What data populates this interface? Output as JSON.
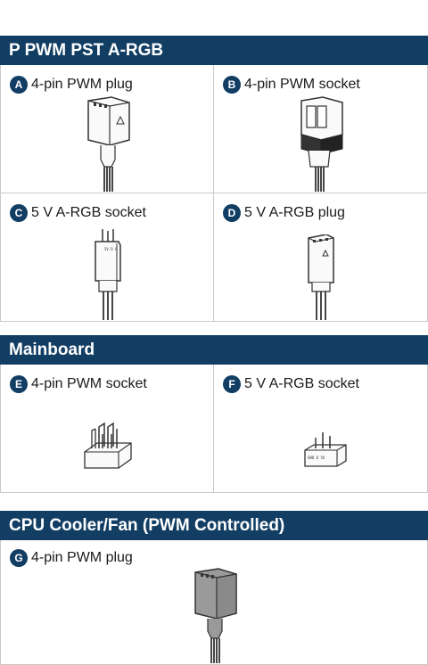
{
  "sections": [
    {
      "title": "P PWM PST A-RGB",
      "items": [
        {
          "badge": "A",
          "label": "4-pin PWM plug",
          "icon": "pwm-plug-icon"
        },
        {
          "badge": "B",
          "label": "4-pin PWM socket",
          "icon": "pwm-socket-icon"
        },
        {
          "badge": "C",
          "label": "5 V A-RGB socket",
          "icon": "argb-socket-icon"
        },
        {
          "badge": "D",
          "label": "5 V A-RGB plug",
          "icon": "argb-plug-icon"
        }
      ]
    },
    {
      "title": "Mainboard",
      "items": [
        {
          "badge": "E",
          "label": "4-pin PWM socket",
          "icon": "pwm-header-icon"
        },
        {
          "badge": "F",
          "label": "5 V A-RGB socket",
          "icon": "argb-header-icon"
        }
      ]
    },
    {
      "title": "CPU Cooler/Fan (PWM Controlled)",
      "items": [
        {
          "badge": "G",
          "label": "4-pin PWM plug",
          "icon": "pwm-plug-icon"
        }
      ]
    }
  ],
  "colors": {
    "header_bg": "#123e64",
    "badge_bg": "#123e64",
    "connector_gray": "#9a9a9a"
  }
}
